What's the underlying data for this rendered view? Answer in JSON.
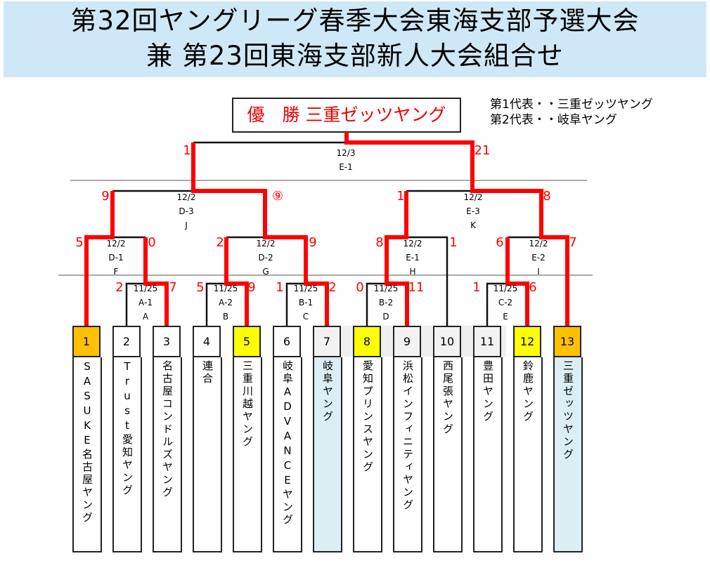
{
  "header": {
    "title_line1": "第32回ヤングリーグ春季大会東海支部予選大会",
    "title_line2": "兼 第23回東海支部新人大会組合せ"
  },
  "champion": "優　勝 三重ゼッツヤング",
  "representatives": [
    "第1代表・・三重ゼッツヤング",
    "第2代表・・岐阜ヤング"
  ],
  "colors": {
    "winner_line": "#ff0000",
    "champion_box": "#ffc000",
    "qualifier_box": "#ffff00",
    "grey_box": "#f2f2f2",
    "highlight_name": "#daeef3"
  },
  "matches": [
    {
      "id": "final",
      "date": "12/3",
      "code": "E-1",
      "scores": [
        "1",
        "21"
      ]
    },
    {
      "id": "J",
      "date": "12/2",
      "code": "D-3",
      "letter": "J",
      "scores": [
        "9",
        "⑨"
      ]
    },
    {
      "id": "K",
      "date": "12/2",
      "code": "E-3",
      "letter": "K",
      "scores": [
        "1",
        "8"
      ]
    },
    {
      "id": "F",
      "date": "12/2",
      "code": "D-1",
      "letter": "F",
      "scores": [
        "5",
        "0"
      ]
    },
    {
      "id": "G",
      "date": "12/2",
      "code": "D-2",
      "letter": "G",
      "scores": [
        "2",
        "9"
      ]
    },
    {
      "id": "H",
      "date": "12/2",
      "code": "E-1",
      "letter": "H",
      "scores": [
        "8",
        "1"
      ]
    },
    {
      "id": "I",
      "date": "12/2",
      "code": "E-2",
      "letter": "I",
      "scores": [
        "6",
        "7"
      ]
    },
    {
      "id": "A",
      "date": "11/25",
      "code": "A-1",
      "letter": "A",
      "scores": [
        "2",
        "7"
      ]
    },
    {
      "id": "B",
      "date": "11/25",
      "code": "A-2",
      "letter": "B",
      "scores": [
        "5",
        "9"
      ]
    },
    {
      "id": "C",
      "date": "11/25",
      "code": "B-1",
      "letter": "C",
      "scores": [
        "1",
        "2"
      ]
    },
    {
      "id": "D",
      "date": "11/25",
      "code": "B-2",
      "letter": "D",
      "scores": [
        "0",
        "11"
      ]
    },
    {
      "id": "E",
      "date": "11/25",
      "code": "C-2",
      "letter": "E",
      "scores": [
        "1",
        "6"
      ]
    }
  ],
  "teams": [
    {
      "num": "1",
      "name": "SASUKE名古屋ヤング",
      "status": "champion"
    },
    {
      "num": "2",
      "name": "Trust愛知ヤング",
      "status": ""
    },
    {
      "num": "3",
      "name": "名古屋コンドルズヤング",
      "status": ""
    },
    {
      "num": "4",
      "name": "連合",
      "status": ""
    },
    {
      "num": "5",
      "name": "三重川越ヤング",
      "status": "qualifier"
    },
    {
      "num": "6",
      "name": "岐阜ADVANCEヤング",
      "status": ""
    },
    {
      "num": "7",
      "name": "岐阜ヤング",
      "status": "grey-highlight"
    },
    {
      "num": "8",
      "name": "愛知プリンスヤング",
      "status": "qualifier"
    },
    {
      "num": "9",
      "name": "浜松インフィニティヤング",
      "status": "grey"
    },
    {
      "num": "10",
      "name": "西尾張ヤング",
      "status": "grey"
    },
    {
      "num": "11",
      "name": "豊田ヤング",
      "status": "grey"
    },
    {
      "num": "12",
      "name": "鈴鹿ヤング",
      "status": "qualifier"
    },
    {
      "num": "13",
      "name": "三重ゼッツヤング",
      "status": "champion-highlight"
    }
  ]
}
